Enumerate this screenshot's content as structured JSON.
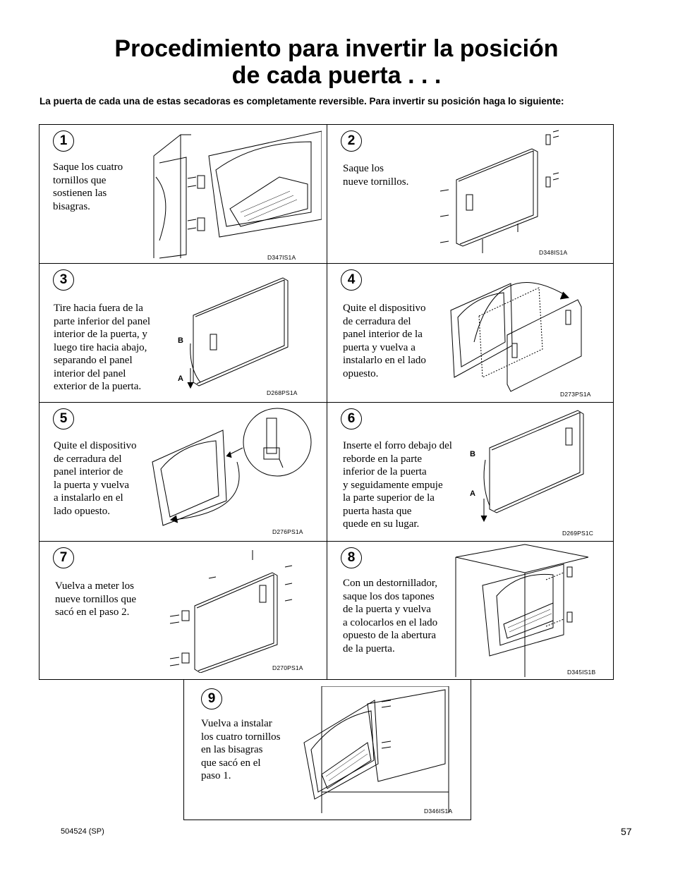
{
  "title_line1": "Procedimiento para invertir la posición",
  "title_line2": "de cada puerta . . .",
  "intro": "La puerta de cada una de estas secadoras es completamente reversible. Para invertir su posición haga lo siguiente:",
  "steps": [
    {
      "num": "1",
      "lines": [
        "Saque los cuatro",
        "tornillos que",
        "sostienen las",
        "bisagras."
      ],
      "code": "D347IS1A",
      "icon": "hinge-screws-removal-icon"
    },
    {
      "num": "2",
      "lines": [
        "Saque los",
        "nueve tornillos."
      ],
      "code": "D348IS1A",
      "icon": "door-nine-screws-icon"
    },
    {
      "num": "3",
      "lines": [
        "Tire hacia fuera de la",
        "parte inferior del panel",
        "interior de la puerta, y",
        "luego tire hacia abajo,",
        "separando el panel",
        "interior del panel",
        "exterior de la puerta."
      ],
      "code": "D268PS1A",
      "icon": "panel-separation-icon",
      "labels": [
        "B",
        "A"
      ]
    },
    {
      "num": "4",
      "lines": [
        "Quite el dispositivo",
        "de cerradura del",
        "panel interior de la",
        "puerta y vuelva a",
        "instalarlo en el lado",
        "opuesto."
      ],
      "code": "D273PS1A",
      "icon": "panel-flip-icon"
    },
    {
      "num": "5",
      "lines": [
        "Quite el dispositivo",
        "de cerradura del",
        "panel interior de",
        "la puerta y vuelva",
        "a instalarlo en el",
        "lado opuesto."
      ],
      "code": "D276PS1A",
      "icon": "latch-detail-icon"
    },
    {
      "num": "6",
      "lines": [
        "Inserte el forro debajo del",
        "reborde en la parte",
        "inferior de la puerta",
        "y seguidamente empuje",
        "la parte superior de la",
        "puerta hasta que",
        "quede en su lugar."
      ],
      "code": "D269PS1C",
      "icon": "liner-insert-icon",
      "labels": [
        "B",
        "A"
      ]
    },
    {
      "num": "7",
      "lines": [
        "Vuelva a meter los",
        "nueve tornillos que",
        "sacó en el paso 2."
      ],
      "code": "D270PS1A",
      "icon": "door-screws-reinstall-icon"
    },
    {
      "num": "8",
      "lines": [
        "Con un destornillador,",
        "saque los dos tapones",
        "de la puerta y vuelva",
        "a colocarlos en el lado",
        "opuesto de la abertura",
        "de la puerta."
      ],
      "code": "D345IS1B",
      "icon": "cabinet-plugs-icon"
    },
    {
      "num": "9",
      "lines": [
        "Vuelva a instalar",
        "los cuatro tornillos",
        "en las bisagras",
        "que sacó en el",
        "paso 1."
      ],
      "code": "D346IS1A",
      "icon": "door-reinstall-icon"
    }
  ],
  "footer_left": "504524 (SP)",
  "footer_right": "57"
}
